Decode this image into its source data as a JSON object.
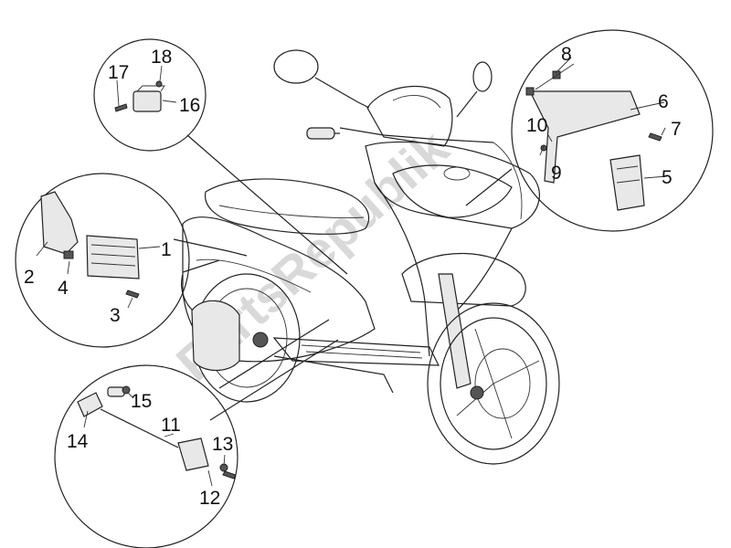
{
  "watermark": "PartsRepublik",
  "callouts": {
    "c1": "1",
    "c2": "2",
    "c3": "3",
    "c4": "4",
    "c5": "5",
    "c6": "6",
    "c7": "7",
    "c8": "8",
    "c9": "9",
    "c10": "10",
    "c11": "11",
    "c12": "12",
    "c13": "13",
    "c14": "14",
    "c15": "15",
    "c16": "16",
    "c17": "17",
    "c18": "18"
  }
}
